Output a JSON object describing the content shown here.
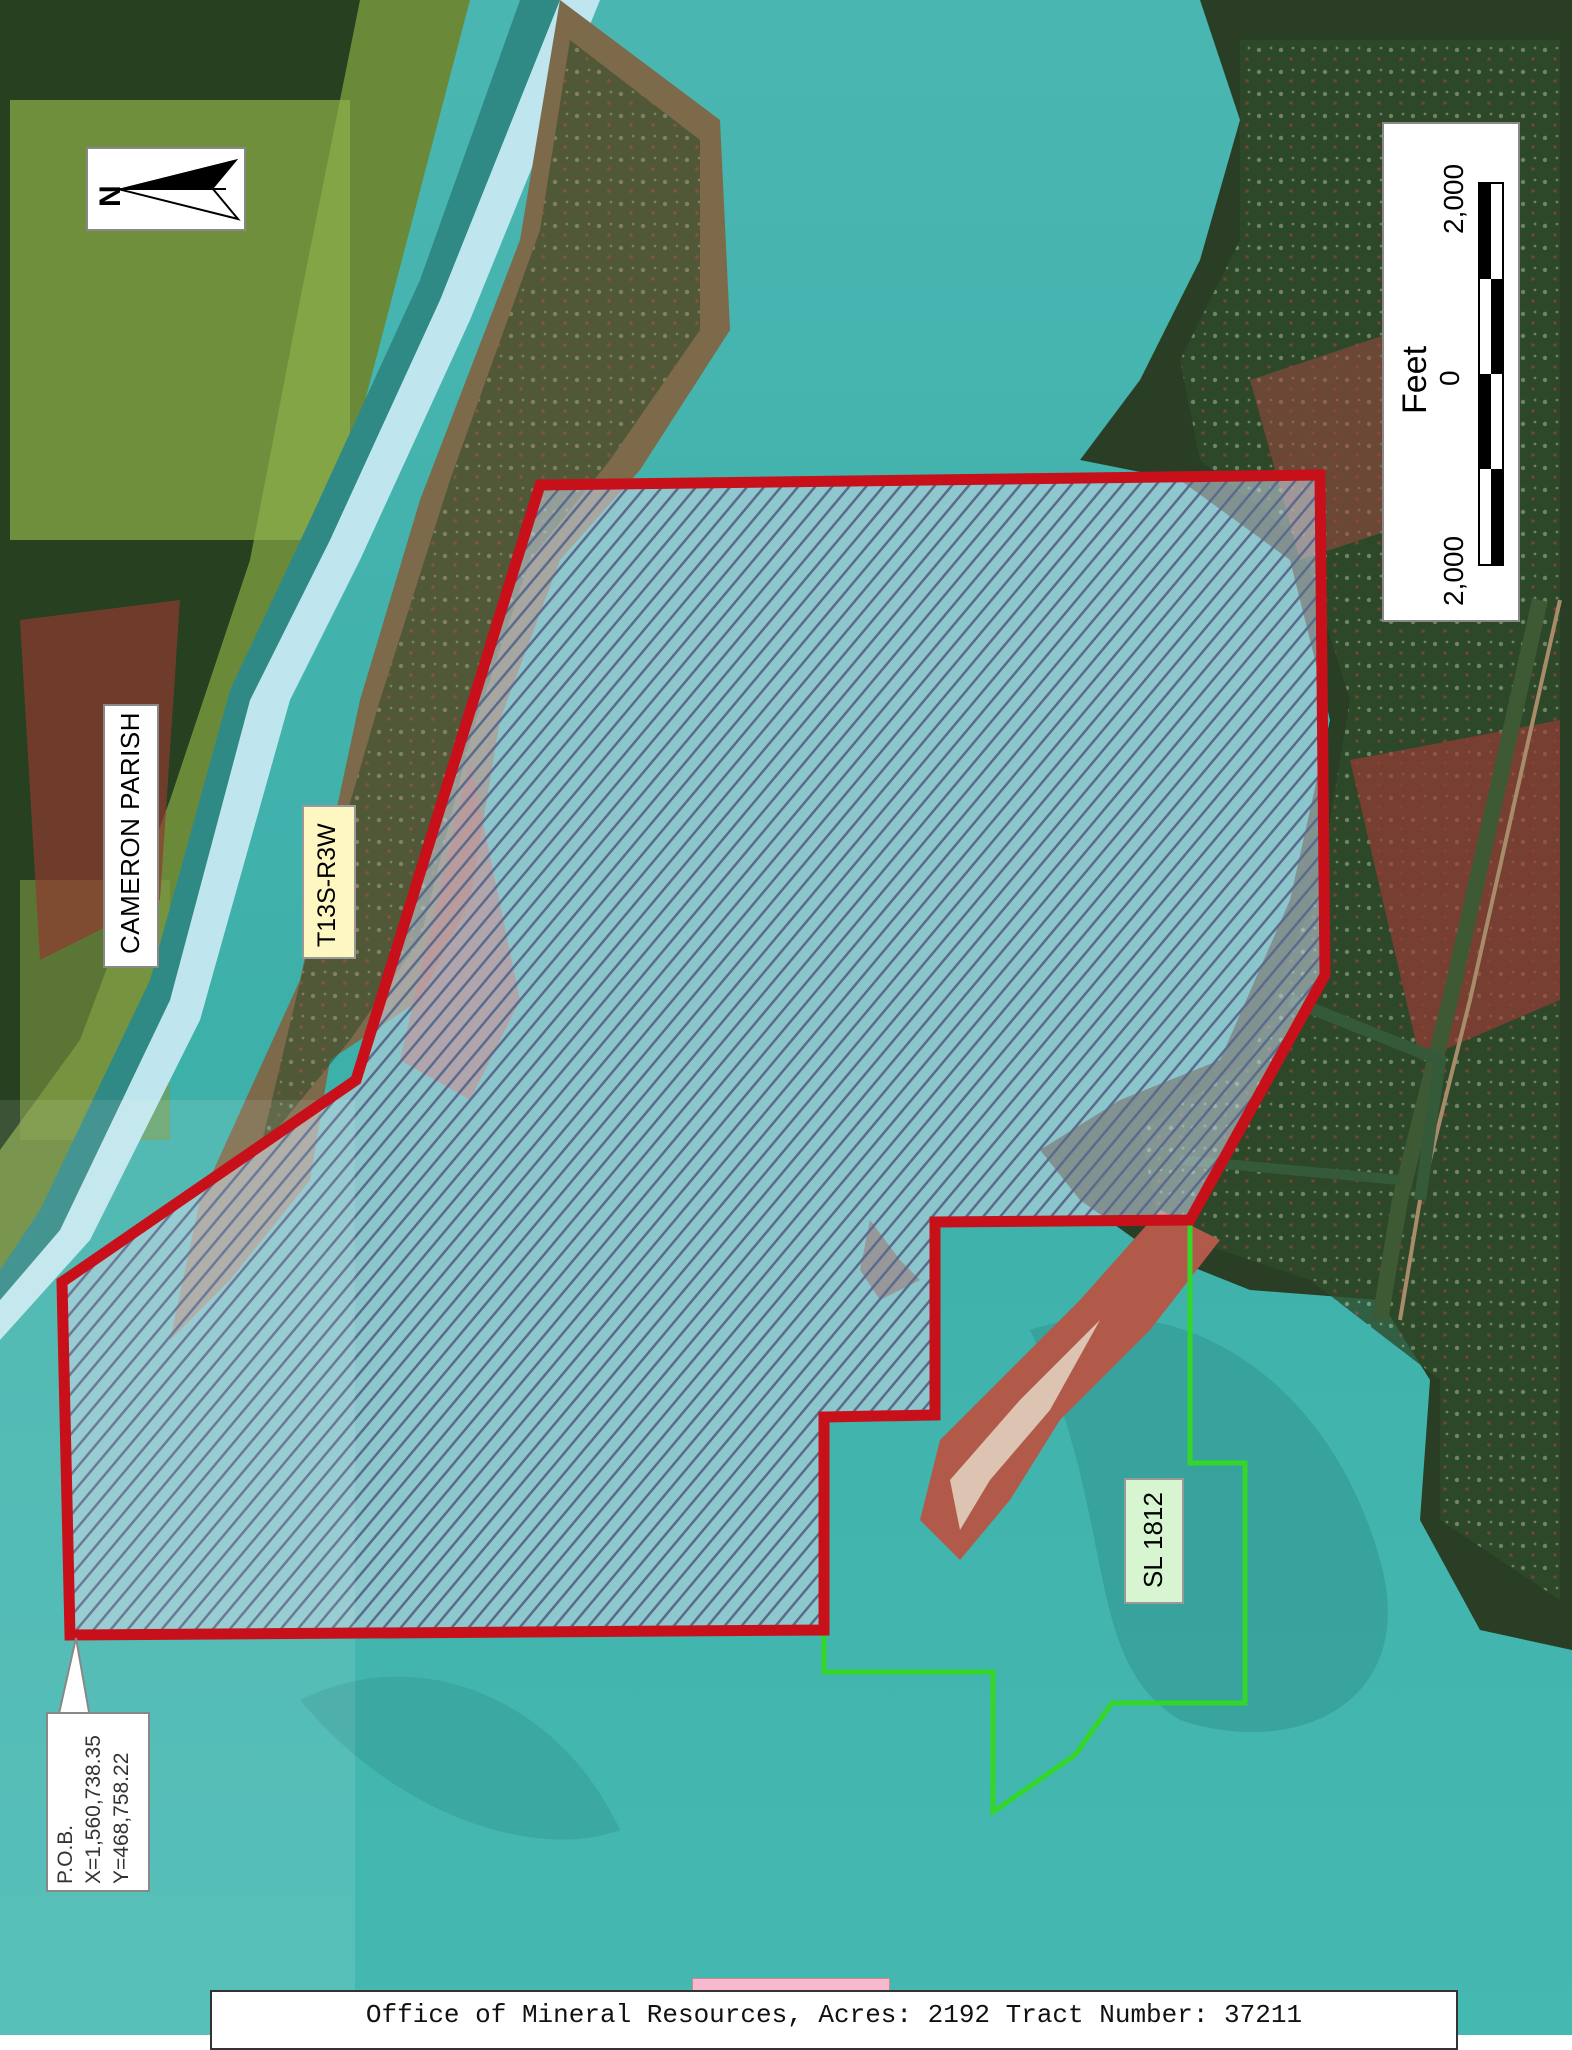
{
  "labels": {
    "parish": "CAMERON PARISH",
    "township": "T13S-R3W",
    "state_lease": "SL 1812",
    "pob_title": "P.O.B.",
    "pob_x": "X=1,560,738.35",
    "pob_y": "Y=468,758.22"
  },
  "north_arrow": {
    "letter": "N",
    "icon": "north-arrow-icon"
  },
  "scale_bar": {
    "unit": "Feet",
    "left": "2,000",
    "mid": "0",
    "right": "2,000"
  },
  "footer": {
    "text": "Office of Mineral Resources, Acres: 2192 Tract Number: 37211"
  },
  "colors": {
    "tract_outline": "#c8101a",
    "lease_outline": "#33d629",
    "hatch": "#5a6b8c",
    "water": "#3fb3ae",
    "township_label_bg": "#fff7c2",
    "lease_label_bg": "#d6f5d0"
  }
}
